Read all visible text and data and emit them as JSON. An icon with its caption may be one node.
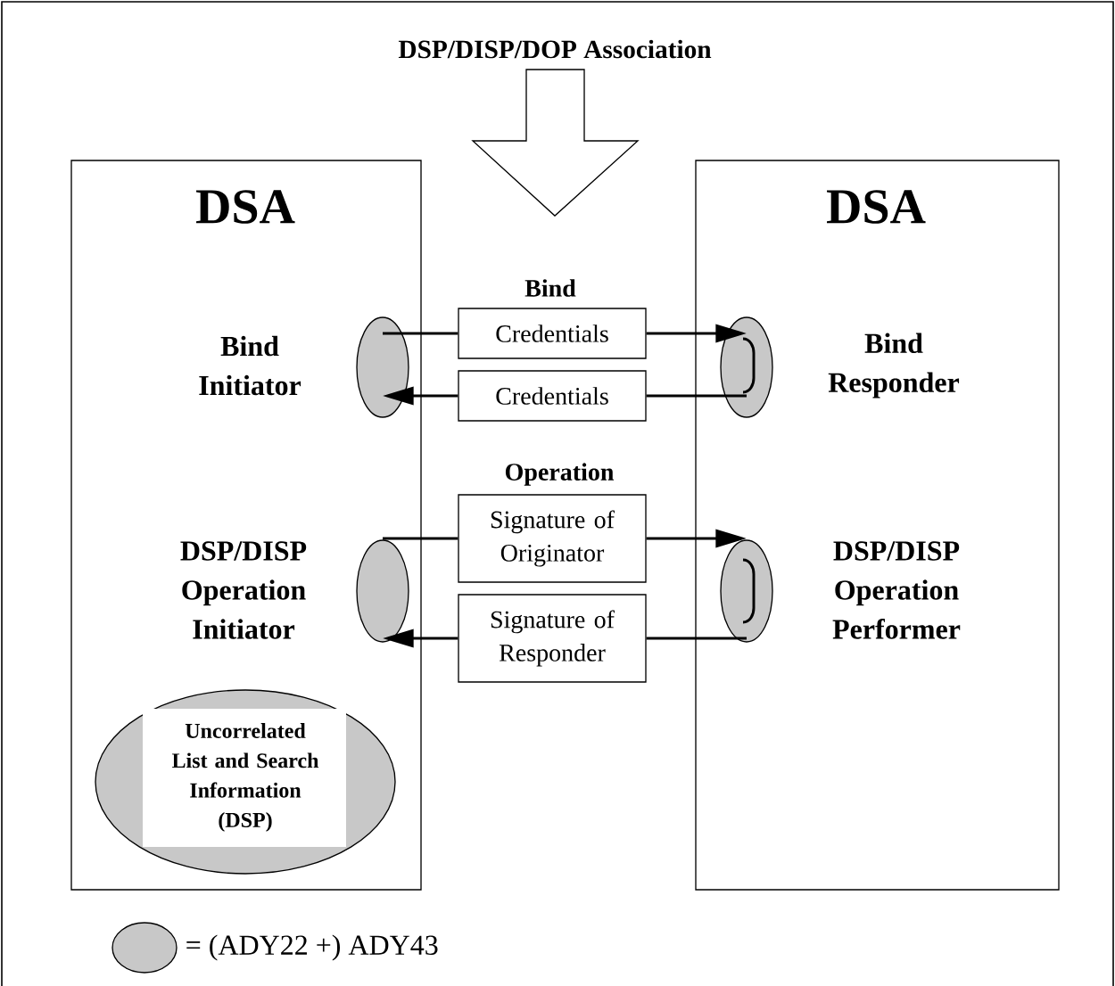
{
  "diagram": {
    "title": "DSP/DISP/DOP Association",
    "nodes": [
      {
        "text": [
          "DSA"
        ]
      },
      {
        "text": [
          "Bind Initiator"
        ],
        "in": 0
      },
      {
        "text": [],
        "shape": "ellipse",
        "in": 0
      },
      {
        "text": [
          "DSP/DISP Operation Initiator"
        ],
        "in": 0
      },
      {
        "text": [],
        "shape": "ellipse",
        "in": 0
      },
      {
        "text": [
          "Uncorrelated List and Search Information (DSP)"
        ],
        "in": 0
      },
      {
        "text": [
          "DSA"
        ]
      },
      {
        "text": [],
        "shape": "ellipse",
        "in": 6
      },
      {
        "text": [
          "Bind Responder"
        ],
        "in": 6
      },
      {
        "text": [],
        "shape": "ellipse",
        "in": 6
      },
      {
        "text": [
          "DSP/DISP Operation Performer"
        ],
        "in": 6
      },
      {
        "text": [
          "Credentials"
        ]
      },
      {
        "text": [
          "Credentials"
        ]
      },
      {
        "text": [
          "Signature of Originator"
        ]
      },
      {
        "text": [
          "Signature of Responder"
        ]
      }
    ],
    "edges": [
      {
        "from": 2,
        "to": 11,
        "arrow": "none"
      },
      {
        "from": 11,
        "to": 7,
        "arrow": "to"
      },
      {
        "from": 7,
        "to": 12,
        "arrow": "none"
      },
      {
        "from": 12,
        "to": 2,
        "arrow": "to"
      },
      {
        "from": 4,
        "to": 13,
        "arrow": "none"
      },
      {
        "from": 13,
        "to": 9,
        "arrow": "to"
      },
      {
        "from": 9,
        "to": 14,
        "arrow": "none"
      },
      {
        "from": 14,
        "to": 4,
        "arrow": "to"
      }
    ],
    "labels": [
      "Bind",
      "Operation"
    ],
    "legend": [
      {
        "text": "= (ADY22 +) ADY43",
        "color": "#c8c8c8"
      }
    ]
  }
}
